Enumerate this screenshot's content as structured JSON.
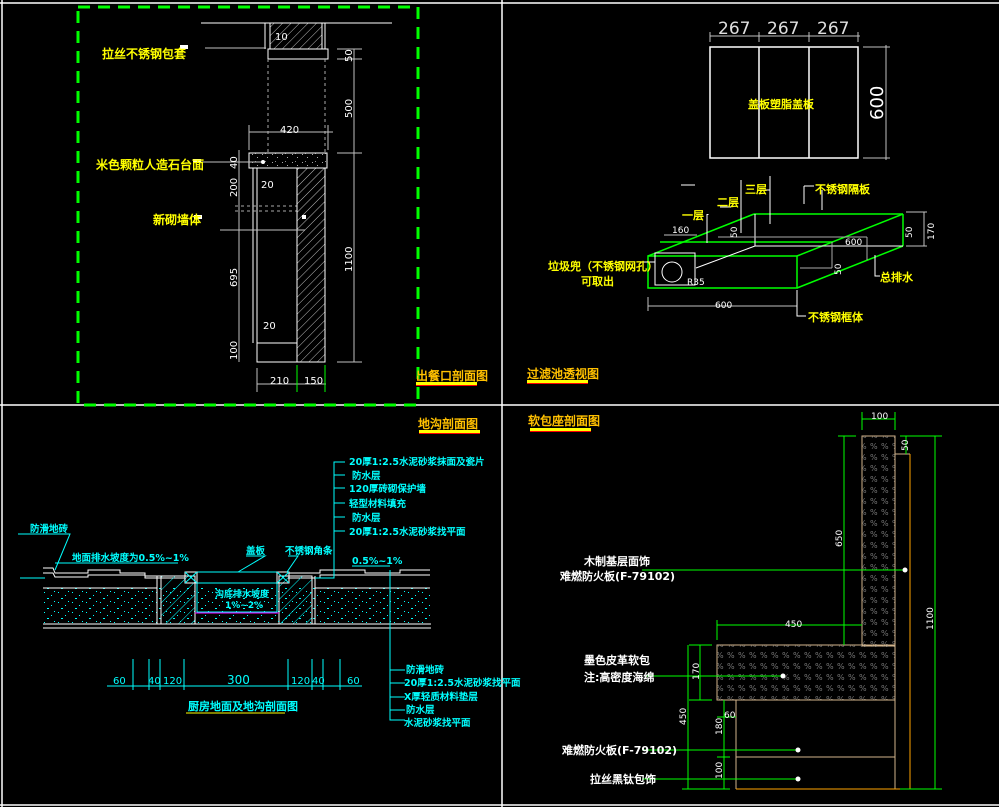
{
  "colors": {
    "background": "#000000",
    "frame": "#ffffff",
    "label_yellow": "#ffff00",
    "title_orange": "#ffc000",
    "underline_yellow": "#ffff00",
    "underline_red": "#ff0000",
    "green": "#00ff00",
    "cyan": "#00ffff",
    "white": "#ffffff",
    "grey": "#c0c0c0",
    "tan": "#d2b48c",
    "orange": "#ffa500",
    "magenta": "#ff00ff"
  },
  "panels": {
    "top_left": {
      "title": "出餐口剖面图",
      "labels": {
        "stainless_cover": "拉丝不锈钢包套",
        "stone_countertop": "米色颗粒人造石台面",
        "new_wall": "新砌墙体"
      },
      "dims": {
        "d10": "10",
        "d50": "50",
        "d500": "500",
        "d420": "420",
        "d40": "40",
        "d200": "200",
        "d20a": "20",
        "d1100": "1100",
        "d695": "695",
        "d20b": "20",
        "d100": "100",
        "d210": "210",
        "d150": "150"
      }
    },
    "top_right": {
      "title": "过滤池透视图",
      "cover_label": "盖板塑脂盖板",
      "cover_dims": [
        "267",
        "267",
        "267"
      ],
      "cover_height": "600",
      "labels": {
        "layer1": "一层",
        "layer2": "二层",
        "layer3": "三层",
        "partition": "不锈钢隔板",
        "basket_line1": "垃圾兜（不锈钢网孔）",
        "basket_line2": "可取出",
        "drain": "总排水",
        "frame": "不锈钢框体"
      },
      "dims": {
        "d160": "160",
        "d50a": "50",
        "d600": "600",
        "d50b": "50",
        "d170": "170",
        "d50c": "50",
        "r35": "R35",
        "d600w": "600"
      }
    },
    "bottom_left": {
      "title": "地沟剖面图",
      "subtitle": "厨房地面及地沟剖面图",
      "layers_upper": [
        "20厚1:2.5水泥砂浆抹面及瓷片",
        "防水层",
        "120厚砖砌保护墙",
        "轻型材料填充",
        "防水层",
        "20厚1:2.5水泥砂浆找平面"
      ],
      "layers_lower": [
        "防滑地砖",
        "20厚1:2.5水泥砂浆找平面",
        "X厚轻质材料垫层",
        "防水层",
        "水泥砂浆找平面"
      ],
      "labels": {
        "anti_slip": "防滑地砖",
        "floor_slope": "地面排水坡度为0.5%~1%",
        "slope_right": "0.5%~1%",
        "grate": "盖板",
        "stainless_edge": "不锈钢角条",
        "trench_slope_line1": "沟底排水坡度",
        "trench_slope_line2": "1%~2%"
      },
      "dims": [
        "60",
        "40",
        "120",
        "300",
        "120",
        "40",
        "60"
      ]
    },
    "bottom_right": {
      "title": "软包座剖面图",
      "labels": {
        "wood_base_line1": "木制基层面饰",
        "wood_base_line2": "难燃防火板(F-79102)",
        "leather_line1": "墨色皮革软包",
        "leather_line2": "注:高密度海绵",
        "fireboard": "难燃防火板(F-79102)",
        "brushed_steel": "拉丝黑钛包饰"
      },
      "dims": {
        "d100top": "100",
        "d50": "50",
        "d650": "650",
        "d450": "450",
        "d1100": "1100",
        "d170": "170",
        "d450v": "450",
        "d60": "60",
        "d180": "180",
        "d100": "100"
      }
    }
  }
}
